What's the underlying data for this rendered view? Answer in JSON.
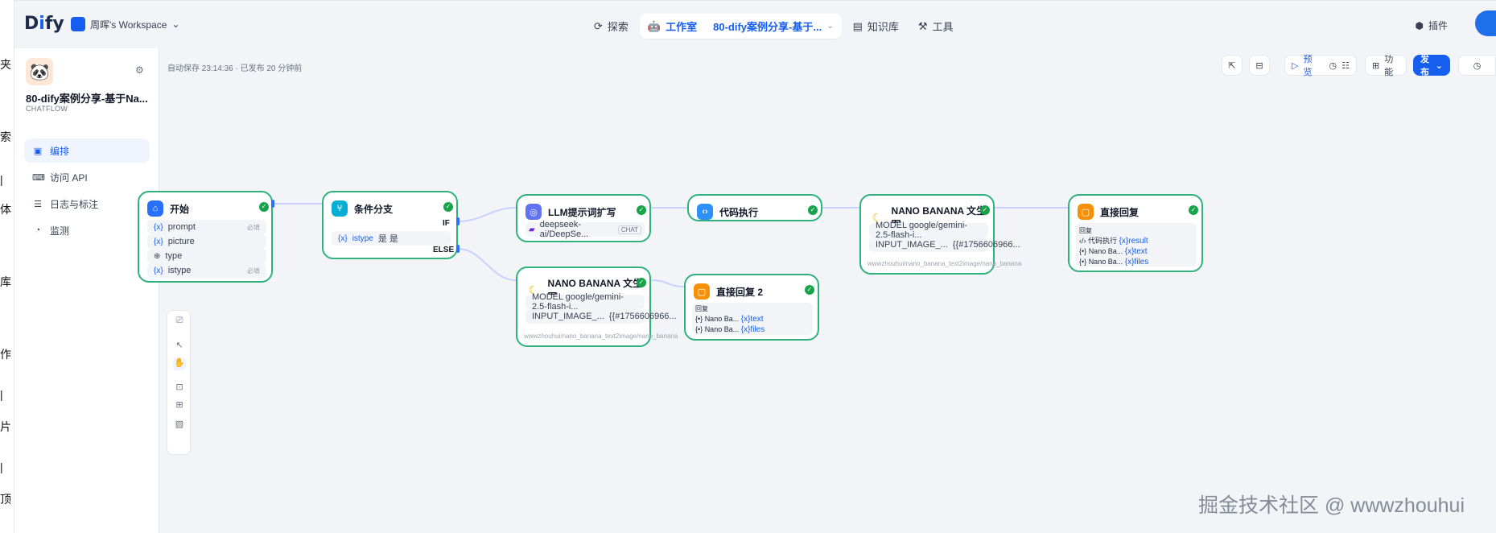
{
  "cut_chars": [
    "夹",
    "索",
    "|",
    "体",
    "库",
    "作",
    "|",
    "片",
    "|",
    "顶"
  ],
  "topbar": {
    "logo_pre": "D",
    "logo_i": "i",
    "logo_post": "fy",
    "workspace": "周晖's Workspace",
    "nav": [
      {
        "icon": "explore-icon",
        "label": "探索"
      },
      {
        "icon": "robot-icon",
        "label": "工作室",
        "app": "80-dify案例分享-基于..."
      },
      {
        "icon": "book-icon",
        "label": "知识库"
      },
      {
        "icon": "tool-icon",
        "label": "工具"
      }
    ],
    "plugin": "插件"
  },
  "sidebar": {
    "app_name": "80-dify案例分享-基于Na...",
    "app_mode": "CHATFLOW",
    "items": [
      {
        "label": "编排",
        "active": true
      },
      {
        "label": "访问 API",
        "active": false
      },
      {
        "label": "日志与标注",
        "active": false
      },
      {
        "label": "监测",
        "active": false
      }
    ]
  },
  "canvas": {
    "autosave": "自动保存 23:14:36 · 已发布 20 分钟前",
    "toolbar": {
      "preview": "预览",
      "features": "功能",
      "publish": "发布"
    }
  },
  "nodes": {
    "start": {
      "title": "开始",
      "vars": [
        {
          "name": "prompt",
          "meta": "必填"
        },
        {
          "name": "picture",
          "meta": ""
        },
        {
          "name": "type",
          "meta": ""
        },
        {
          "name": "istype",
          "meta": "必填"
        }
      ]
    },
    "ifelse": {
      "title": "条件分支",
      "if_label": "IF",
      "else_label": "ELSE",
      "cond_var": "istype",
      "cond_op": "是 是"
    },
    "llm": {
      "title": "LLM提示词扩写",
      "model": "deepseek-ai/DeepSe...",
      "mode": "CHAT"
    },
    "code": {
      "title": "代码执行"
    },
    "nano1": {
      "title": "NANO BANANA 文生图",
      "model": "MODEL google/gemini-2.5-flash-i...",
      "input": "INPUT_IMAGE_...",
      "input_val": "{{#1756606966...",
      "footer": "wwwzhouhui/nano_banana_text2image/nano_banana"
    },
    "nano2": {
      "title": "NANO BANANA 文生图",
      "model": "MODEL google/gemini-2.5-flash-i...",
      "input": "INPUT_IMAGE_...",
      "input_val": "{{#1756606966...",
      "footer": "wwwzhouhui/nano_banana_text2image/nano_banana"
    },
    "answer1": {
      "title": "直接回复",
      "label": "回复",
      "lines": [
        {
          "src": "代码执行",
          "var": "result"
        },
        {
          "src": "Nano Ba...",
          "var": "text"
        },
        {
          "src": "Nano Ba...",
          "var": "files"
        }
      ]
    },
    "answer2": {
      "title": "直接回复 2",
      "label": "回复",
      "lines": [
        {
          "src": "Nano Ba...",
          "var": "text"
        },
        {
          "src": "Nano Ba...",
          "var": "files"
        }
      ]
    }
  },
  "watermark": "掘金技术社区 @ wwwzhouhui",
  "colors": {
    "accent": "#155eef",
    "node_border": "#2fb27a",
    "ok": "#17a34a"
  }
}
